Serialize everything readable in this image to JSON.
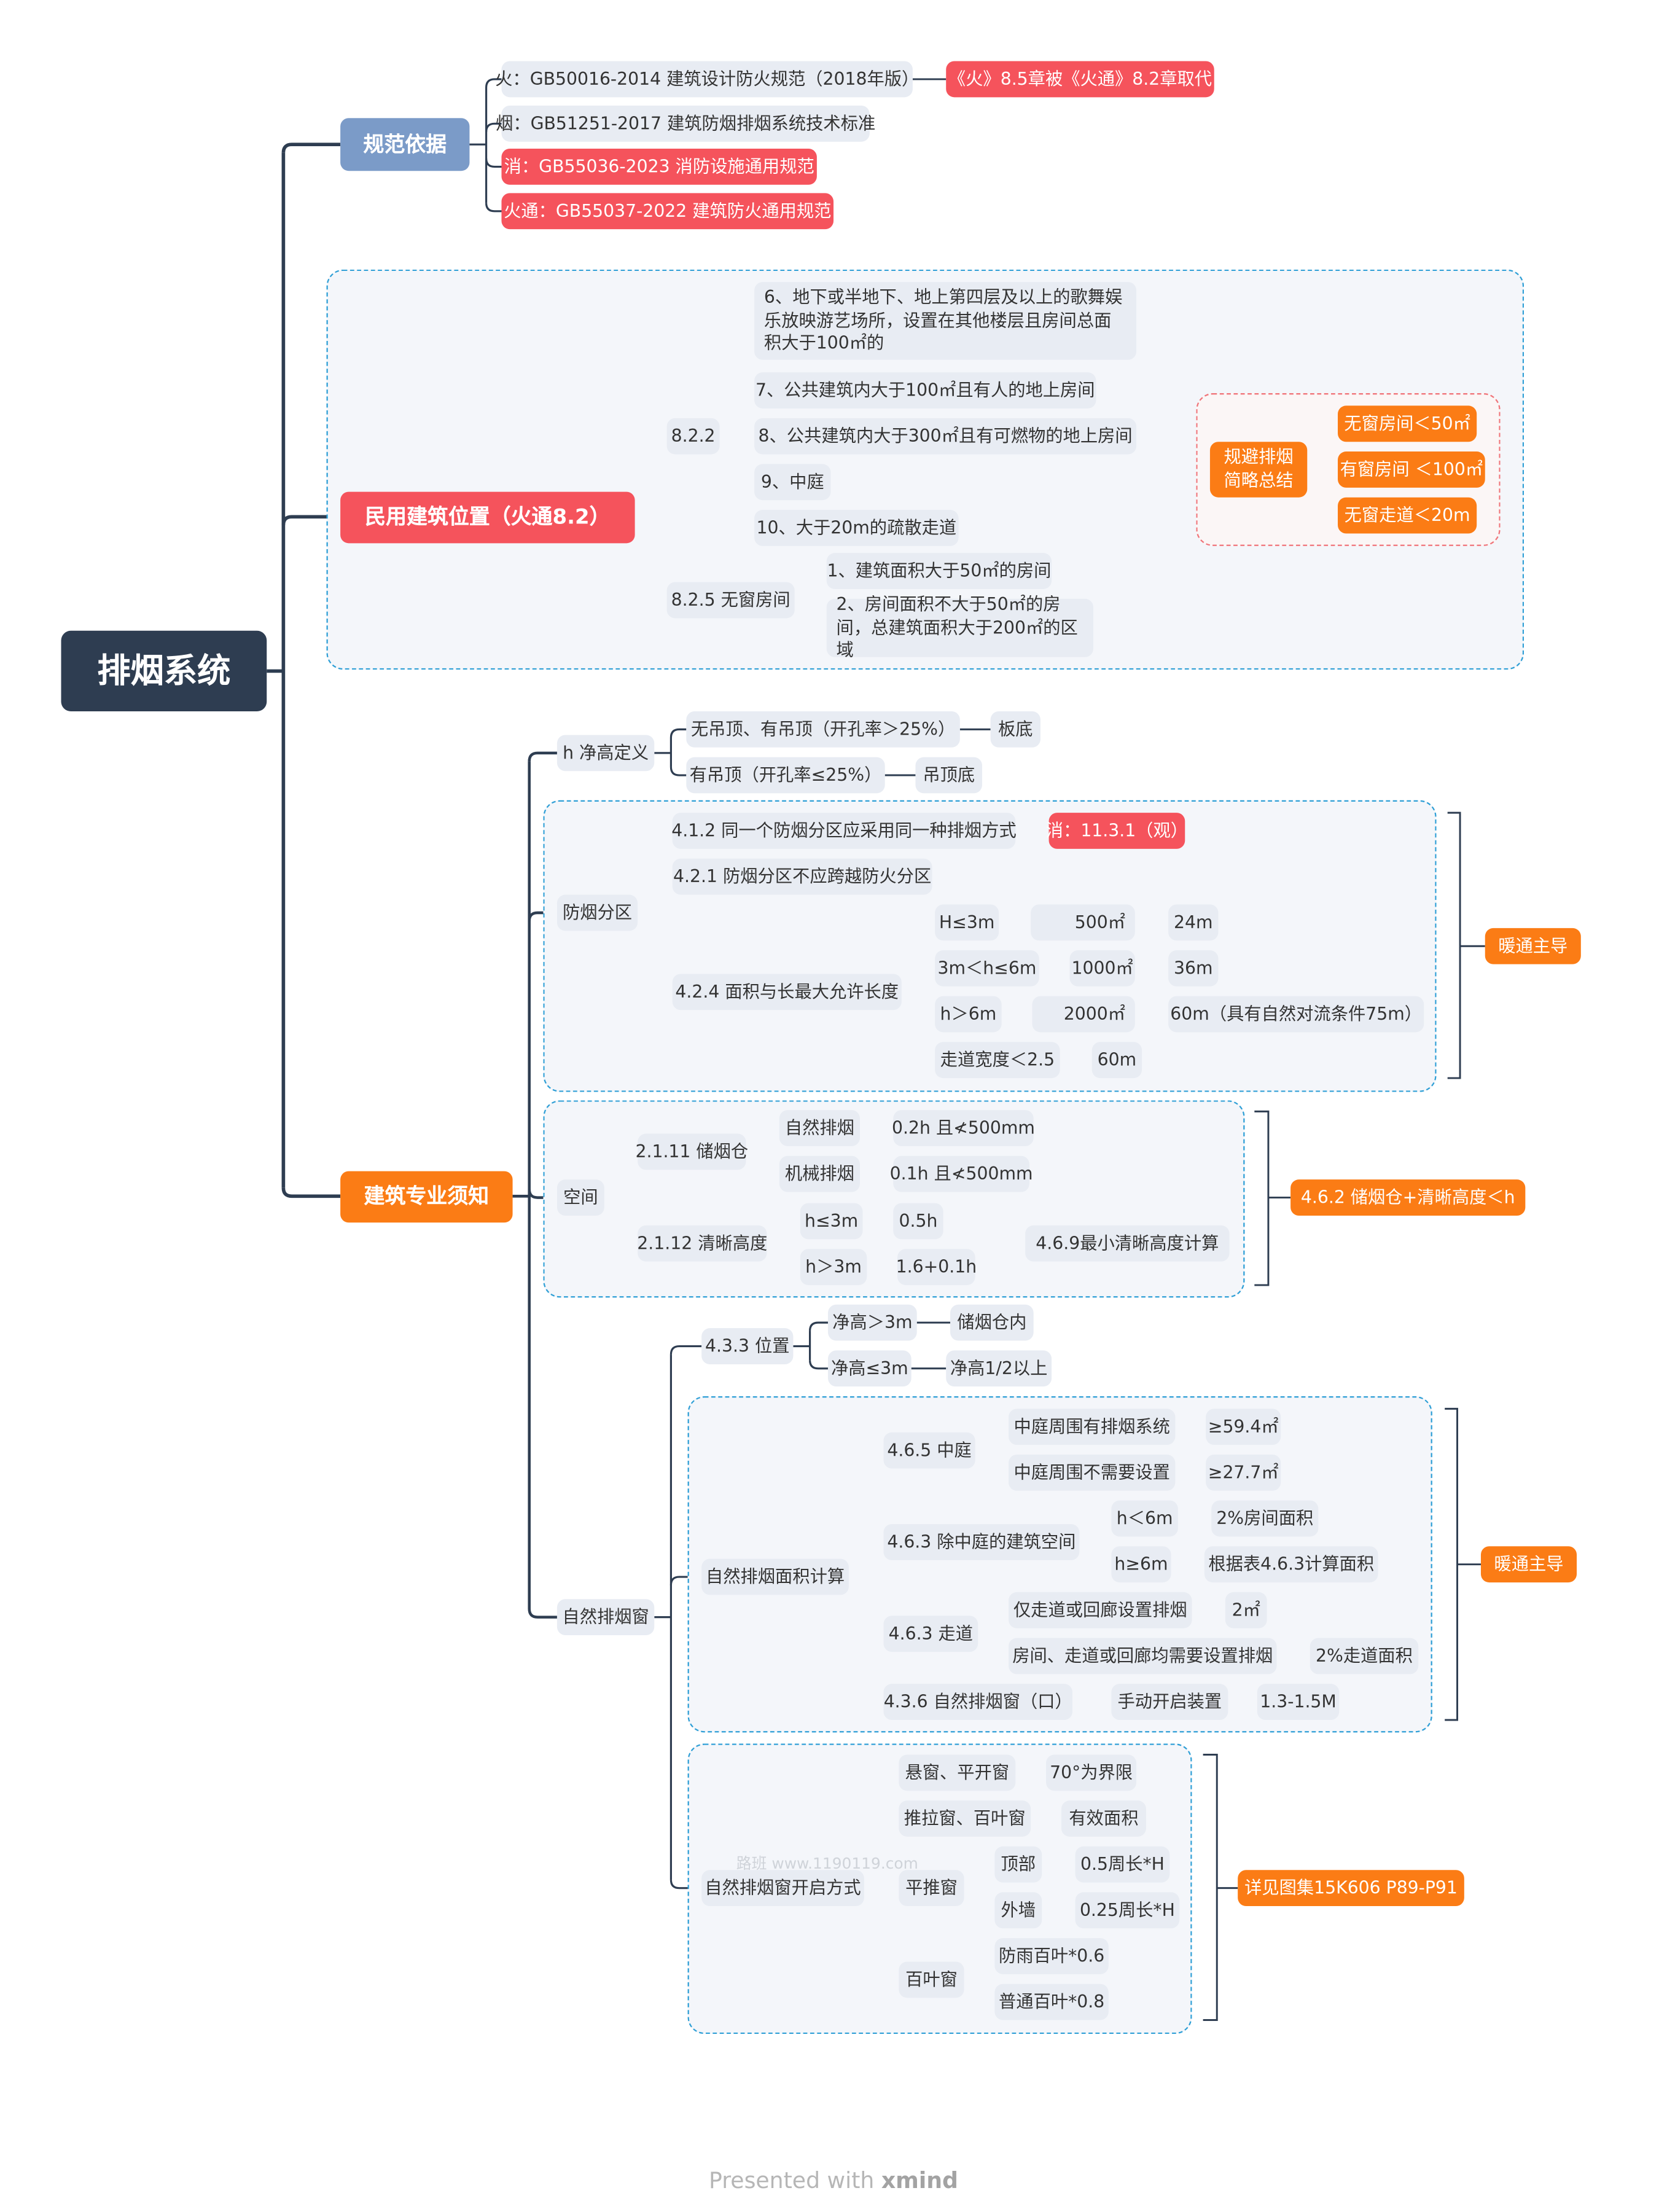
{
  "root": "排烟系统",
  "basis": {
    "title": "规范依据",
    "items": [
      "火：GB50016-2014 建筑设计防火规范（2018年版）",
      "烟：GB51251-2017 建筑防烟排烟系统技术标准",
      "消：GB55036-2023 消防设施通用规范",
      "火通：GB55037-2022 建筑防火通用规范"
    ],
    "note": "《火》8.5章被《火通》8.2章取代"
  },
  "civil": {
    "title": "民用建筑位置（火通8.2）",
    "s822": "8.2.2",
    "s822_items": [
      "6、地下或半地下、地上第四层及以上的歌舞娱乐放映游艺场所，设置在其他楼层且房间总面积大于100㎡的",
      "7、公共建筑内大于100㎡且有人的地上房间",
      "8、公共建筑内大于300㎡且有可燃物的地上房间",
      "9、中庭",
      "10、大于20m的疏散走道"
    ],
    "s825": "8.2.5 无窗房间",
    "s825_items": [
      "1、建筑面积大于50㎡的房间",
      "2、房间面积不大于50㎡的房间，总建筑面积大于200㎡的区域"
    ],
    "summary": "规避排烟简略总结",
    "summary_items": [
      "无窗房间＜50㎡",
      "有窗房间 ＜100㎡",
      "无窗走道＜20m"
    ]
  },
  "arch": {
    "title": "建筑专业须知",
    "h_def": {
      "label": "h 净高定义",
      "rows": [
        [
          "无吊顶、有吊顶（开孔率＞25%）",
          "板底"
        ],
        [
          "有吊顶（开孔率≤25%）",
          "吊顶底"
        ]
      ]
    },
    "zone": {
      "label": "防烟分区",
      "a412": "4.1.2 同一个防烟分区应采用同一种排烟方式",
      "a412_note": "消：11.3.1（观）",
      "a421": "4.2.1 防烟分区不应跨越防火分区",
      "a424": "4.2.4 面积与长最大允许长度",
      "table": [
        [
          "H≤3m",
          "500㎡",
          "24m"
        ],
        [
          "3m＜h≤6m",
          "1000㎡",
          "36m"
        ],
        [
          "h＞6m",
          "2000㎡",
          "60m（具有自然对流条件75m）"
        ]
      ],
      "corridor": [
        "走道宽度＜2.5",
        "60m"
      ],
      "lead": "暖通主导"
    },
    "space": {
      "label": "空间",
      "s2111": "2.1.11 储烟仓",
      "store": [
        [
          "自然排烟",
          "0.2h 且≮500mm"
        ],
        [
          "机械排烟",
          "0.1h 且≮500mm"
        ]
      ],
      "s2112": "2.1.12 清晰高度",
      "clear": [
        [
          "h≤3m",
          "0.5h"
        ],
        [
          "h＞3m",
          "1.6+0.1h"
        ]
      ],
      "calc": "4.6.9最小清晰高度计算",
      "lead": "4.6.2 储烟仓+清晰高度＜h"
    },
    "window": {
      "label": "自然排烟窗",
      "pos": "4.3.3 位置",
      "pos_rows": [
        [
          "净高＞3m",
          "储烟仓内"
        ],
        [
          "净高≤3m",
          "净高1/2以上"
        ]
      ],
      "area": "自然排烟面积计算",
      "a465": "4.6.5 中庭",
      "a465_rows": [
        [
          "中庭周围有排烟系统",
          "≥59.4㎡"
        ],
        [
          "中庭周围不需要设置",
          "≥27.7㎡"
        ]
      ],
      "a463a": "4.6.3 除中庭的建筑空间",
      "a463a_rows": [
        [
          "h＜6m",
          "2%房间面积"
        ],
        [
          "h≥6m",
          "根据表4.6.3计算面积"
        ]
      ],
      "a463b": "4.6.3 走道",
      "a463b_rows": [
        [
          "仅走道或回廊设置排烟",
          "2㎡"
        ],
        [
          "房间、走道或回廊均需要设置排烟",
          "2%走道面积"
        ]
      ],
      "a436": "4.3.6 自然排烟窗（口）",
      "a436_items": [
        "手动开启装置",
        "1.3-1.5M"
      ],
      "area_lead": "暖通主导",
      "open": "自然排烟窗开启方式",
      "open_rows": [
        [
          "悬窗、平开窗",
          "70°为界限"
        ],
        [
          "推拉窗、百叶窗",
          "有效面积"
        ]
      ],
      "push": "平推窗",
      "push_rows": [
        [
          "顶部",
          "0.5周长*H"
        ],
        [
          "外墙",
          "0.25周长*H"
        ]
      ],
      "louver": "百叶窗",
      "louver_rows": [
        "防雨百叶*0.6",
        "普通百叶*0.8"
      ],
      "open_lead": "详见图集15K606 P89-P91"
    }
  },
  "watermark": "路班 www.1190119.com",
  "footer": {
    "prefix": "Presented with",
    "brand": "xmind"
  },
  "colors": {
    "line": "#2e3d51",
    "red": "#f5535c",
    "orange": "#fb7c15",
    "node": "#e8ecf3",
    "dash": "#2f9fd6"
  }
}
